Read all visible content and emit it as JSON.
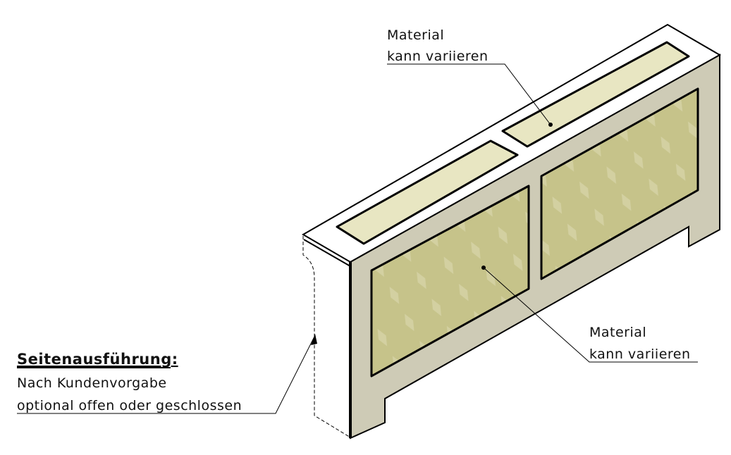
{
  "callouts": {
    "top_material": {
      "line1": "Material",
      "line2": "kann variieren"
    },
    "front_material": {
      "line1": "Material",
      "line2": "kann variieren"
    },
    "side": {
      "title": "Seitenausführung:",
      "line1": "Nach Kundenvorgabe",
      "line2": "optional offen oder geschlossen"
    }
  },
  "colors": {
    "frame_face": "#cecbb6",
    "top_face": "#ffffff",
    "panel_fill": "#c6c38a",
    "top_insert_fill": "#e8e6c2",
    "line": "#000000"
  }
}
